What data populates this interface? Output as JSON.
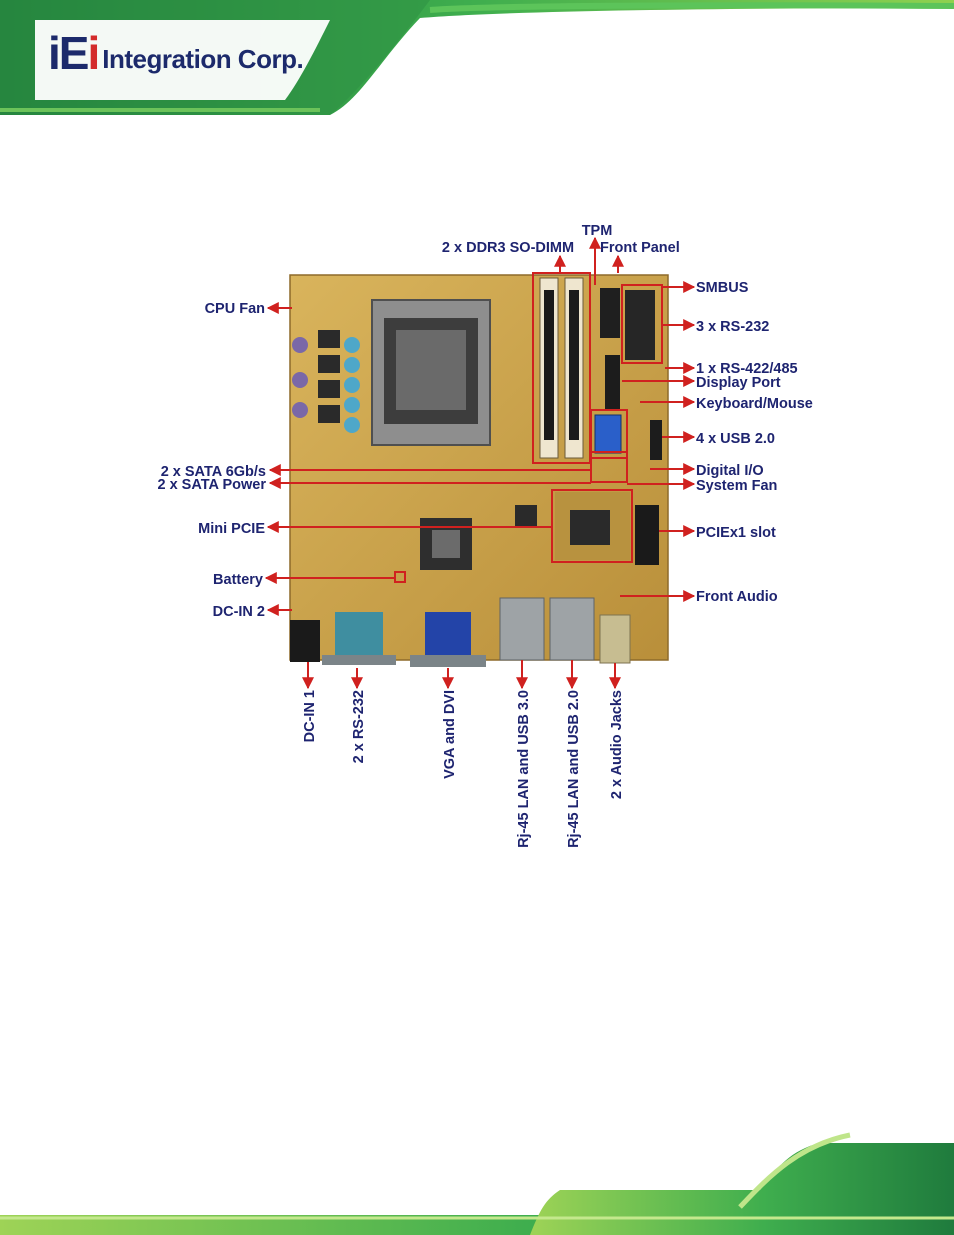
{
  "header": {
    "logo_mark_a": "iE",
    "logo_mark_b": "i",
    "logo_text": "Integration Corp."
  },
  "figure": {
    "labels_top": {
      "tpm": "TPM",
      "ddr3": "2 x DDR3 SO-DIMM",
      "front_panel": "Front Panel"
    },
    "labels_left": {
      "cpu_fan": "CPU Fan",
      "sata": "2 x SATA 6Gb/s",
      "sata_power": "2 x SATA Power",
      "mini_pcie": "Mini PCIE",
      "battery": "Battery",
      "dc_in_2": "DC-IN 2"
    },
    "labels_right": {
      "smbus": "SMBUS",
      "rs232_3": "3 x RS-232",
      "rs422": "1 x RS-422/485",
      "display_port": "Display Port",
      "kbms": "Keyboard/Mouse",
      "usb20": "4 x USB 2.0",
      "dio": "Digital I/O",
      "sys_fan": "System Fan",
      "pciex1": "PCIEx1 slot",
      "front_audio": "Front Audio"
    },
    "labels_bottom": {
      "dc_in_1": "DC-IN 1",
      "rs232_2": "2 x RS-232",
      "vga_dvi": "VGA and DVI",
      "rj45_usb3": "Rj-45 LAN and USB 3.0",
      "rj45_usb2": "Rj-45 LAN and USB 2.0",
      "audio_jacks": "2 x Audio Jacks"
    },
    "colors": {
      "label": "#1e2470",
      "arrow": "#d0211f",
      "board": "#c9a24a"
    }
  }
}
